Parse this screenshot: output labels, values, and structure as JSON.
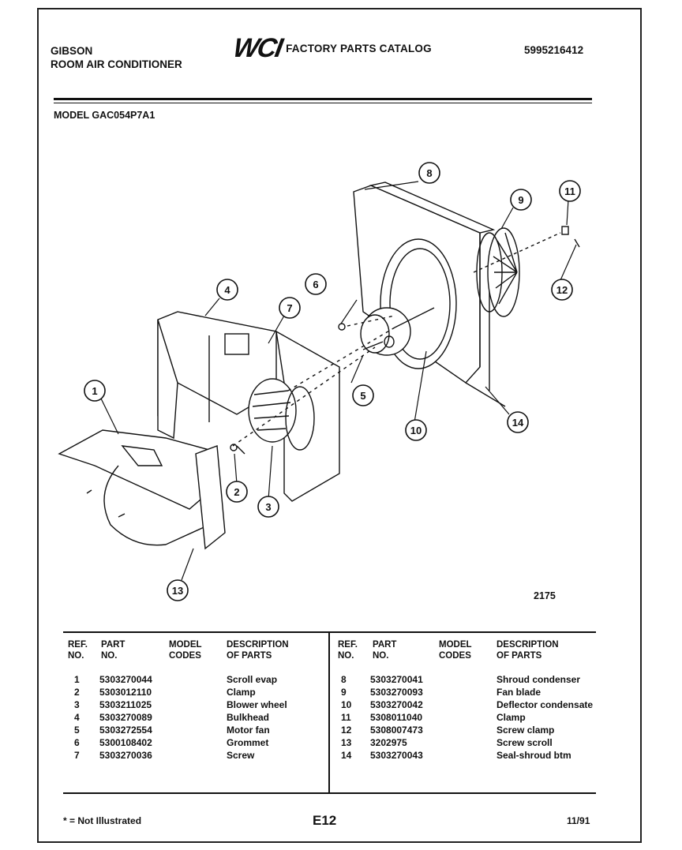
{
  "header": {
    "brand": "GIBSON",
    "product": "ROOM AIR CONDITIONER",
    "logo": "WCI",
    "catalog_title": "FACTORY PARTS CATALOG",
    "catalog_number": "5995216412",
    "model_line": "MODEL GAC054P7A1"
  },
  "diagram": {
    "figure_number": "2175",
    "callouts": [
      "1",
      "2",
      "3",
      "4",
      "5",
      "6",
      "7",
      "8",
      "9",
      "10",
      "11",
      "12",
      "13",
      "14"
    ]
  },
  "table": {
    "headers": {
      "ref": "REF.\nNO.",
      "part": "PART\nNO.",
      "model": "MODEL\nCODES",
      "desc": "DESCRIPTION\nOF PARTS"
    },
    "left": [
      {
        "ref": "1",
        "part": "5303270044",
        "desc": "Scroll evap"
      },
      {
        "ref": "2",
        "part": "5303012110",
        "desc": "Clamp"
      },
      {
        "ref": "3",
        "part": "5303211025",
        "desc": "Blower wheel"
      },
      {
        "ref": "4",
        "part": "5303270089",
        "desc": "Bulkhead"
      },
      {
        "ref": "5",
        "part": "5303272554",
        "desc": "Motor fan"
      },
      {
        "ref": "6",
        "part": "5300108402",
        "desc": "Grommet"
      },
      {
        "ref": "7",
        "part": "5303270036",
        "desc": "Screw"
      }
    ],
    "right": [
      {
        "ref": "8",
        "part": "5303270041",
        "desc": "Shroud condenser"
      },
      {
        "ref": "9",
        "part": "5303270093",
        "desc": "Fan blade"
      },
      {
        "ref": "10",
        "part": "5303270042",
        "desc": "Deflector condensate"
      },
      {
        "ref": "11",
        "part": "5308011040",
        "desc": "Clamp"
      },
      {
        "ref": "12",
        "part": "5308007473",
        "desc": "Screw clamp"
      },
      {
        "ref": "13",
        "part": "3202975",
        "desc": "Screw scroll"
      },
      {
        "ref": "14",
        "part": "5303270043",
        "desc": "Seal-shroud btm"
      }
    ]
  },
  "footer": {
    "note": "* = Not Illustrated",
    "page": "E12",
    "date": "11/91"
  }
}
